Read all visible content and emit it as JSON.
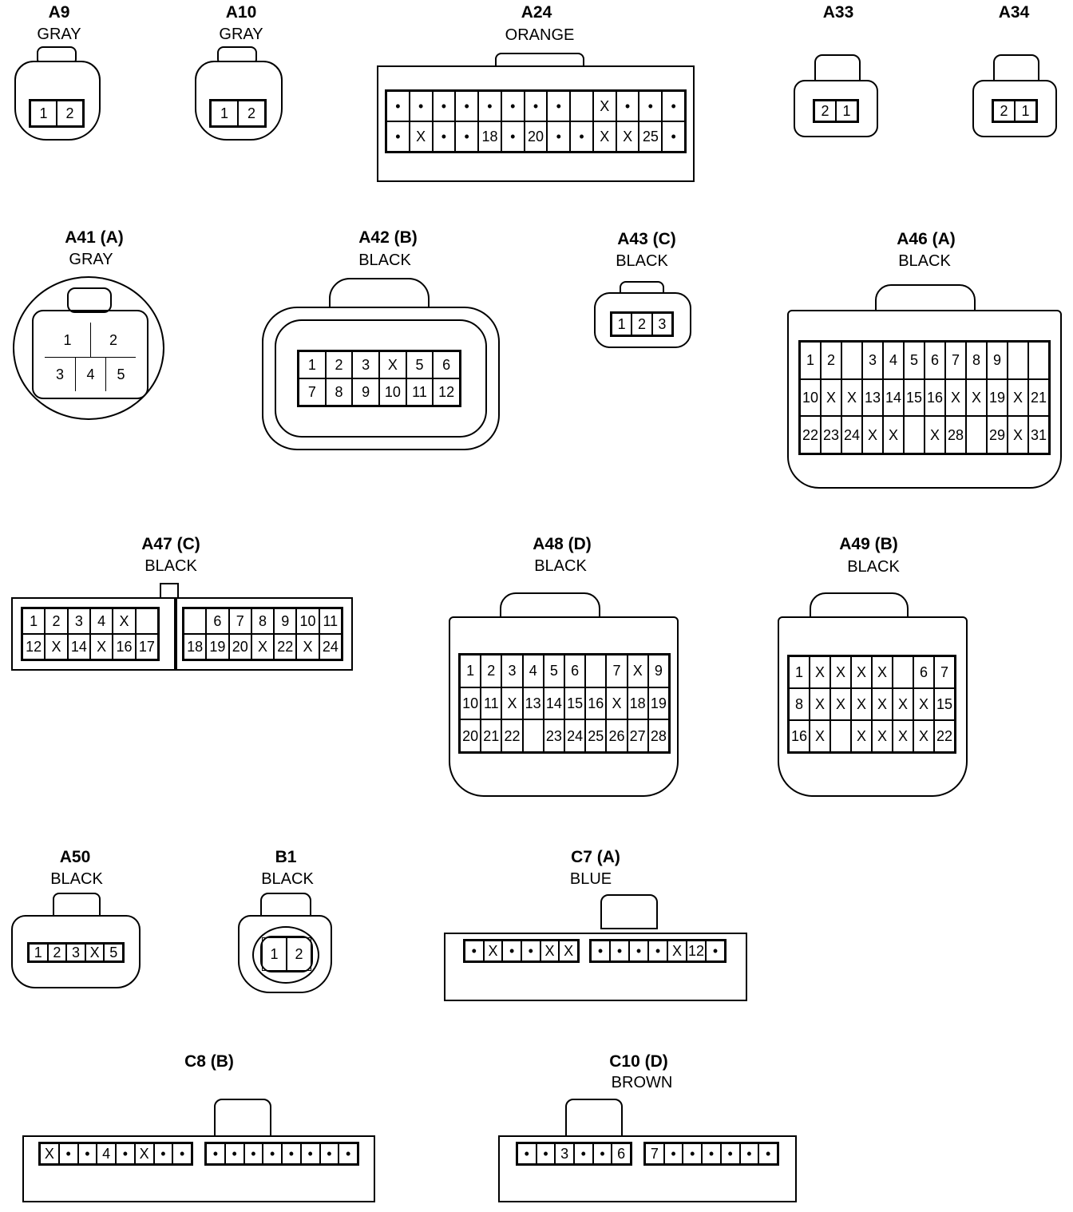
{
  "connectors": {
    "a9": {
      "id": "A9",
      "color": "GRAY",
      "pins": [
        "1",
        "2"
      ]
    },
    "a10": {
      "id": "A10",
      "color": "GRAY",
      "pins": [
        "1",
        "2"
      ]
    },
    "a24": {
      "id": "A24",
      "color": "ORANGE",
      "rows": [
        [
          "•",
          "•",
          "•",
          "•",
          "•",
          "•",
          "•",
          "•",
          "",
          "X",
          "•",
          "•",
          "•"
        ],
        [
          "•",
          "X",
          "•",
          "•",
          "18",
          "•",
          "20",
          "•",
          "•",
          "X",
          "X",
          "25",
          "•"
        ]
      ]
    },
    "a33": {
      "id": "A33",
      "color": "",
      "pins": [
        "2",
        "1"
      ]
    },
    "a34": {
      "id": "A34",
      "color": "",
      "pins": [
        "2",
        "1"
      ]
    },
    "a41": {
      "id": "A41 (A)",
      "color": "GRAY",
      "pins": [
        "1",
        "2",
        "3",
        "4",
        "5"
      ]
    },
    "a42": {
      "id": "A42 (B)",
      "color": "BLACK",
      "rows": [
        [
          "1",
          "2",
          "3",
          "X",
          "5",
          "6"
        ],
        [
          "7",
          "8",
          "9",
          "10",
          "11",
          "12"
        ]
      ]
    },
    "a43": {
      "id": "A43 (C)",
      "color": "BLACK",
      "pins": [
        "1",
        "2",
        "3"
      ]
    },
    "a46": {
      "id": "A46 (A)",
      "color": "BLACK",
      "rows": [
        [
          "1",
          "2",
          "",
          "3",
          "4",
          "5",
          "6",
          "7",
          "8",
          "9"
        ],
        [
          "10",
          "X",
          "X",
          "13",
          "14",
          "15",
          "16",
          "X",
          "X",
          "19",
          "X",
          "21"
        ],
        [
          "22",
          "23",
          "24",
          "X",
          "X",
          "",
          "X",
          "28",
          "",
          "29",
          "X",
          "31"
        ]
      ]
    },
    "a47": {
      "id": "A47 (C)",
      "color": "BLACK",
      "rows_left": [
        [
          "1",
          "2",
          "3",
          "4",
          "X",
          ""
        ],
        [
          "12",
          "X",
          "14",
          "X",
          "16",
          "17"
        ]
      ],
      "rows_right": [
        [
          "",
          "6",
          "7",
          "8",
          "9",
          "10",
          "11"
        ],
        [
          "18",
          "19",
          "20",
          "X",
          "22",
          "X",
          "24"
        ]
      ]
    },
    "a48": {
      "id": "A48 (D)",
      "color": "BLACK",
      "rows": [
        [
          "1",
          "2",
          "3",
          "4",
          "5",
          "6",
          "",
          "7",
          "X",
          "9"
        ],
        [
          "10",
          "11",
          "X",
          "13",
          "14",
          "15",
          "16",
          "X",
          "18",
          "19"
        ],
        [
          "20",
          "21",
          "22",
          "",
          "23",
          "24",
          "25",
          "26",
          "27",
          "28"
        ]
      ]
    },
    "a49": {
      "id": "A49 (B)",
      "color": "BLACK",
      "rows": [
        [
          "1",
          "X",
          "X",
          "X",
          "X",
          "",
          "6",
          "7"
        ],
        [
          "8",
          "X",
          "X",
          "X",
          "X",
          "X",
          "X",
          "15"
        ],
        [
          "16",
          "X",
          "",
          "X",
          "X",
          "X",
          "X",
          "22"
        ]
      ]
    },
    "a50": {
      "id": "A50",
      "color": "BLACK",
      "pins": [
        "1",
        "2",
        "3",
        "X",
        "5"
      ]
    },
    "b1": {
      "id": "B1",
      "color": "BLACK",
      "pins": [
        "1",
        "2"
      ]
    },
    "c7": {
      "id": "C7 (A)",
      "color": "BLUE",
      "left": [
        "•",
        "X",
        "•",
        "•",
        "X",
        "X"
      ],
      "right": [
        "•",
        "•",
        "•",
        "•",
        "X",
        "12",
        "•"
      ]
    },
    "c8": {
      "id": "C8 (B)",
      "color": "",
      "left": [
        "X",
        "•",
        "•",
        "4",
        "•",
        "X",
        "•",
        "•"
      ],
      "right": [
        "•",
        "•",
        "•",
        "•",
        "•",
        "•",
        "•",
        "•"
      ]
    },
    "c10": {
      "id": "C10 (D)",
      "color": "BROWN",
      "left": [
        "•",
        "•",
        "3",
        "•",
        "•",
        "6"
      ],
      "right": [
        "7",
        "•",
        "•",
        "•",
        "•",
        "•",
        "•"
      ]
    }
  }
}
